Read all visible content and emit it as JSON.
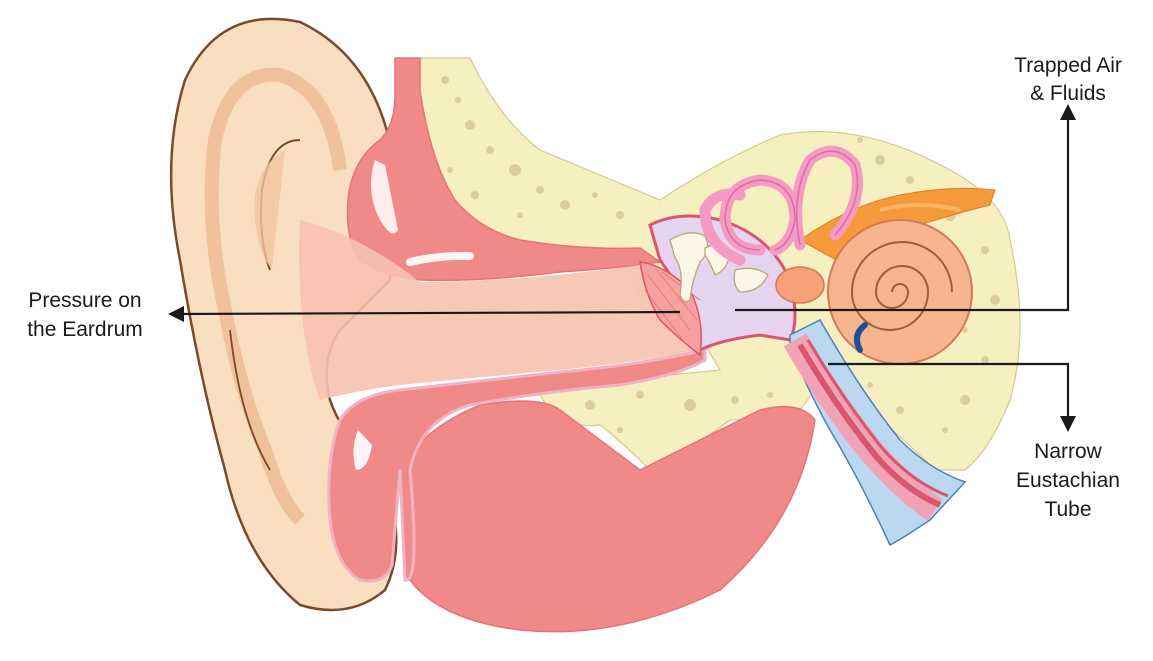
{
  "labels": {
    "trapped": [
      "Trapped Air",
      "& Fluids"
    ],
    "pressure": [
      "Pressure on",
      "the Eardrum"
    ],
    "eustachian": [
      "Narrow",
      "Eustachian",
      "Tube"
    ]
  },
  "colors": {
    "outer_ear_skin": "#f9dfc0",
    "outer_ear_stroke": "#7a4a2a",
    "canal_pink": "#f08a88",
    "canal_light": "#f6c2b0",
    "bone": "#f6efbf",
    "bone_spots": "#d9c79a",
    "semicircular": "#f49ac4",
    "cochlea": "#f7b58f",
    "nerve": "#f59a3a",
    "middle_ear_cavity": "#e6d3f0",
    "tube_blue": "#bcd8f0",
    "tube_red": "#d8566e",
    "arrow": "#1a1a1a"
  }
}
